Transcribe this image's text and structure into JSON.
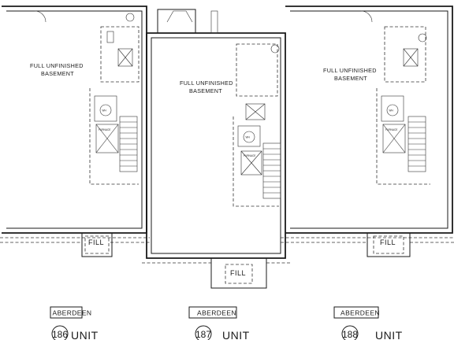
{
  "plan": {
    "units": [
      {
        "id": "186",
        "basement_label_line1": "FULL UNFINISHED",
        "basement_label_line2": "BASEMENT",
        "fill_label": "FILL",
        "model_name": "ABERDEEN",
        "unit_number": "186",
        "unit_word": "UNIT"
      },
      {
        "id": "187",
        "basement_label_line1": "FULL UNFINISHED",
        "basement_label_line2": "BASEMENT",
        "fill_label": "FILL",
        "model_name": "ABERDEEN",
        "unit_number": "187",
        "unit_word": "UNIT"
      },
      {
        "id": "188",
        "basement_label_line1": "FULL UNFINISHED",
        "basement_label_line2": "BASEMENT",
        "fill_label": "FILL",
        "model_name": "ABERDEEN",
        "unit_number": "188",
        "unit_word": "UNIT"
      }
    ],
    "mechanical": {
      "wh_label": "WH",
      "furnace_label": "FURNACE"
    },
    "colors": {
      "line": "#1a1a1a",
      "background": "#ffffff"
    }
  }
}
